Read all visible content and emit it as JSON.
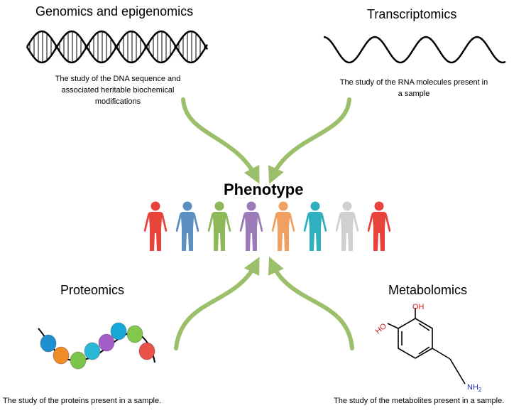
{
  "genomics": {
    "title": "Genomics and epigenomics",
    "description": "The study of the DNA sequence and associated heritable biochemical modifications"
  },
  "transcriptomics": {
    "title": "Transcriptomics",
    "description": "The study of the RNA  molecules present in a sample"
  },
  "phenotype": {
    "title": "Phenotype",
    "figure_colors": [
      "#e8433a",
      "#5b8fbf",
      "#8db85a",
      "#9b7ab8",
      "#f0a060",
      "#2fb0bf",
      "#d0d0d0",
      "#e8433a"
    ]
  },
  "proteomics": {
    "title": "Proteomics",
    "description": "The study of the proteins present in a sample.",
    "bead_colors": [
      "#1e8fd0",
      "#f08b2a",
      "#7cc54a",
      "#2ab8d8",
      "#a35cc8",
      "#18a8d8",
      "#82c84a",
      "#e8504a"
    ]
  },
  "metabolomics": {
    "title": "Metabolomics",
    "description": "The study of the metabolites present in a sample.",
    "molecule_labels": {
      "oh_top": "OH",
      "ho_left": "HO",
      "nh2": "NH",
      "nh2_sub": "2"
    }
  },
  "colors": {
    "arrow": "#9bbf6a",
    "label_oxygen": "#cc2020",
    "label_nitrogen": "#2030c0"
  }
}
